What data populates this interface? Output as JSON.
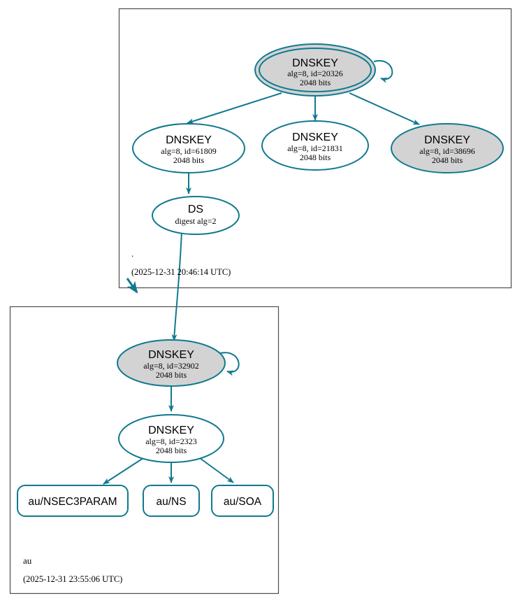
{
  "diagram": {
    "title": "DNSSEC authentication chain",
    "accent_color": "#11798f",
    "node_fill_secure": "#d3d3d3",
    "node_fill_plain": "#ffffff",
    "cluster_border_color": "#4d4d4d"
  },
  "zones": [
    {
      "id": "root",
      "label": ".",
      "timestamp": "(2025-12-31 20:46:14 UTC)",
      "nodes": [
        {
          "id": "root-ksk-20326",
          "type": "DNSKEY",
          "title": "DNSKEY",
          "line2": "alg=8, id=20326",
          "line3": "2048 bits",
          "fill": "gray",
          "double_border": true,
          "self_loop": true
        },
        {
          "id": "root-zsk-61809",
          "type": "DNSKEY",
          "title": "DNSKEY",
          "line2": "alg=8, id=61809",
          "line3": "2048 bits",
          "fill": "white",
          "double_border": false,
          "self_loop": false
        },
        {
          "id": "root-zsk-21831",
          "type": "DNSKEY",
          "title": "DNSKEY",
          "line2": "alg=8, id=21831",
          "line3": "2048 bits",
          "fill": "white",
          "double_border": false,
          "self_loop": false
        },
        {
          "id": "root-ksk-38696",
          "type": "DNSKEY",
          "title": "DNSKEY",
          "line2": "alg=8, id=38696",
          "line3": "2048 bits",
          "fill": "gray",
          "double_border": false,
          "self_loop": false
        },
        {
          "id": "root-ds",
          "type": "DS",
          "title": "DS",
          "line2": "digest alg=2",
          "line3": "",
          "fill": "white",
          "double_border": false,
          "self_loop": false
        }
      ]
    },
    {
      "id": "au",
      "label": "au",
      "timestamp": "(2025-12-31 23:55:06 UTC)",
      "nodes": [
        {
          "id": "au-ksk-32902",
          "type": "DNSKEY",
          "title": "DNSKEY",
          "line2": "alg=8, id=32902",
          "line3": "2048 bits",
          "fill": "gray",
          "double_border": false,
          "self_loop": true
        },
        {
          "id": "au-zsk-2323",
          "type": "DNSKEY",
          "title": "DNSKEY",
          "line2": "alg=8, id=2323",
          "line3": "2048 bits",
          "fill": "white",
          "double_border": false,
          "self_loop": false
        }
      ],
      "rrsets": [
        {
          "id": "au-nsec3param",
          "label": "au/NSEC3PARAM"
        },
        {
          "id": "au-ns",
          "label": "au/NS"
        },
        {
          "id": "au-soa",
          "label": "au/SOA"
        }
      ]
    }
  ],
  "edges": [
    {
      "id": "e1",
      "from": "root-ksk-20326",
      "to": "root-ksk-20326",
      "kind": "self-signature"
    },
    {
      "id": "e2",
      "from": "root-ksk-20326",
      "to": "root-zsk-61809",
      "kind": "signature"
    },
    {
      "id": "e3",
      "from": "root-ksk-20326",
      "to": "root-zsk-21831",
      "kind": "signature"
    },
    {
      "id": "e4",
      "from": "root-ksk-20326",
      "to": "root-ksk-38696",
      "kind": "signature"
    },
    {
      "id": "e5",
      "from": "root-zsk-61809",
      "to": "root-ds",
      "kind": "signature"
    },
    {
      "id": "e6",
      "from": "root-ds",
      "to": "au-ksk-32902",
      "kind": "delegation"
    },
    {
      "id": "e7",
      "from": "root",
      "to": "au",
      "kind": "zone-delegation"
    },
    {
      "id": "e8",
      "from": "au-ksk-32902",
      "to": "au-ksk-32902",
      "kind": "self-signature"
    },
    {
      "id": "e9",
      "from": "au-ksk-32902",
      "to": "au-zsk-2323",
      "kind": "signature"
    },
    {
      "id": "e10",
      "from": "au-zsk-2323",
      "to": "au-nsec3param",
      "kind": "signature"
    },
    {
      "id": "e11",
      "from": "au-zsk-2323",
      "to": "au-ns",
      "kind": "signature"
    },
    {
      "id": "e12",
      "from": "au-zsk-2323",
      "to": "au-soa",
      "kind": "signature"
    }
  ]
}
